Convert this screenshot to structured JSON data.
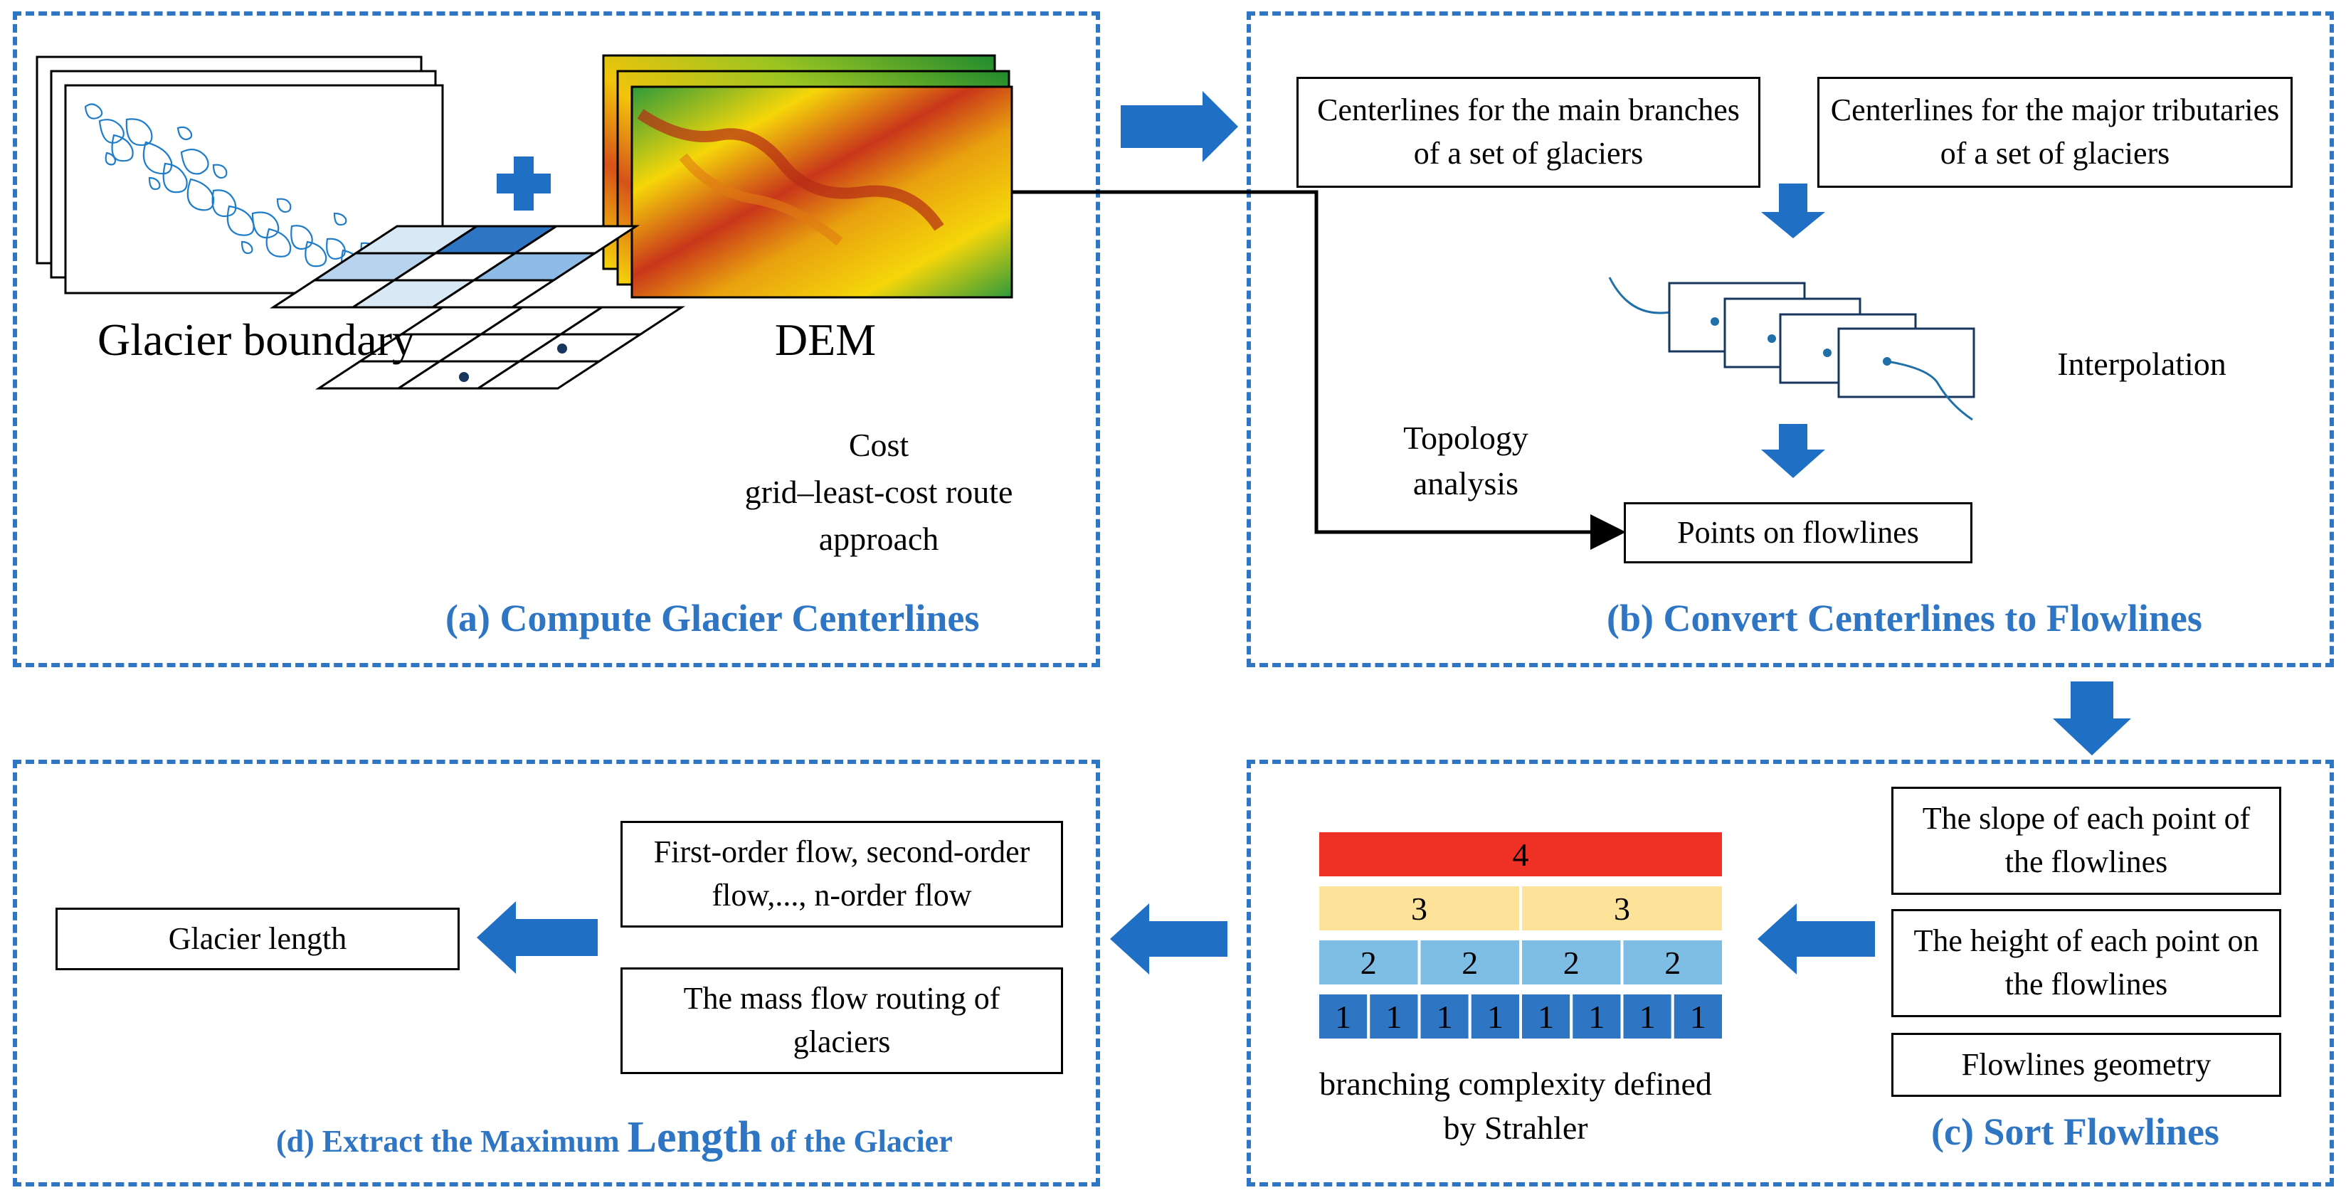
{
  "panel_a": {
    "title": "(a) Compute Glacier Centerlines",
    "glacier_boundary_label": "Glacier boundary",
    "dem_label": "DEM",
    "cost_label_line1": "Cost",
    "cost_label_line2": "grid–least-cost route",
    "cost_label_line3": "approach"
  },
  "panel_b": {
    "title": "(b) Convert Centerlines to Flowlines",
    "main_branches_box": "Centerlines for the main branches of a set of glaciers",
    "major_tributaries_box": "Centerlines for the major tributaries of a set of glaciers",
    "interpolation_label": "Interpolation",
    "topology_label_line1": "Topology",
    "topology_label_line2": "analysis",
    "points_box": "Points on flowlines"
  },
  "panel_c": {
    "title": "(c) Sort Flowlines",
    "slope_box": "The slope of each point of the flowlines",
    "height_box": "The height of each point on the flowlines",
    "geometry_box": "Flowlines geometry",
    "strahler_caption_line1": "branching complexity defined",
    "strahler_caption_line2": "by Strahler",
    "strahler_rows": [
      {
        "labels": [
          "4"
        ],
        "color": "#ee3124"
      },
      {
        "labels": [
          "3",
          "3"
        ],
        "color": "#fde29a"
      },
      {
        "labels": [
          "2",
          "2",
          "2",
          "2"
        ],
        "color": "#7ebde4"
      },
      {
        "labels": [
          "1",
          "1",
          "1",
          "1",
          "1",
          "1",
          "1",
          "1"
        ],
        "color": "#2e75c3"
      }
    ]
  },
  "panel_d": {
    "title_part1": "(d) Extract the Maximum ",
    "title_part2": "Length",
    "title_part3": " of the Glacier",
    "orders_box": "First-order flow, second-order flow,..., n-order flow",
    "mass_flow_box": "The mass flow routing of glaciers",
    "glacier_length_box": "Glacier length"
  },
  "colors": {
    "accent_blue": "#2e75c3",
    "arrow_blue": "#1f6fc5",
    "dem_green": "#2e9a3a",
    "dem_yellow": "#f5d60a",
    "dem_red": "#c9361a",
    "outline_blue": "#1f6fa8"
  }
}
